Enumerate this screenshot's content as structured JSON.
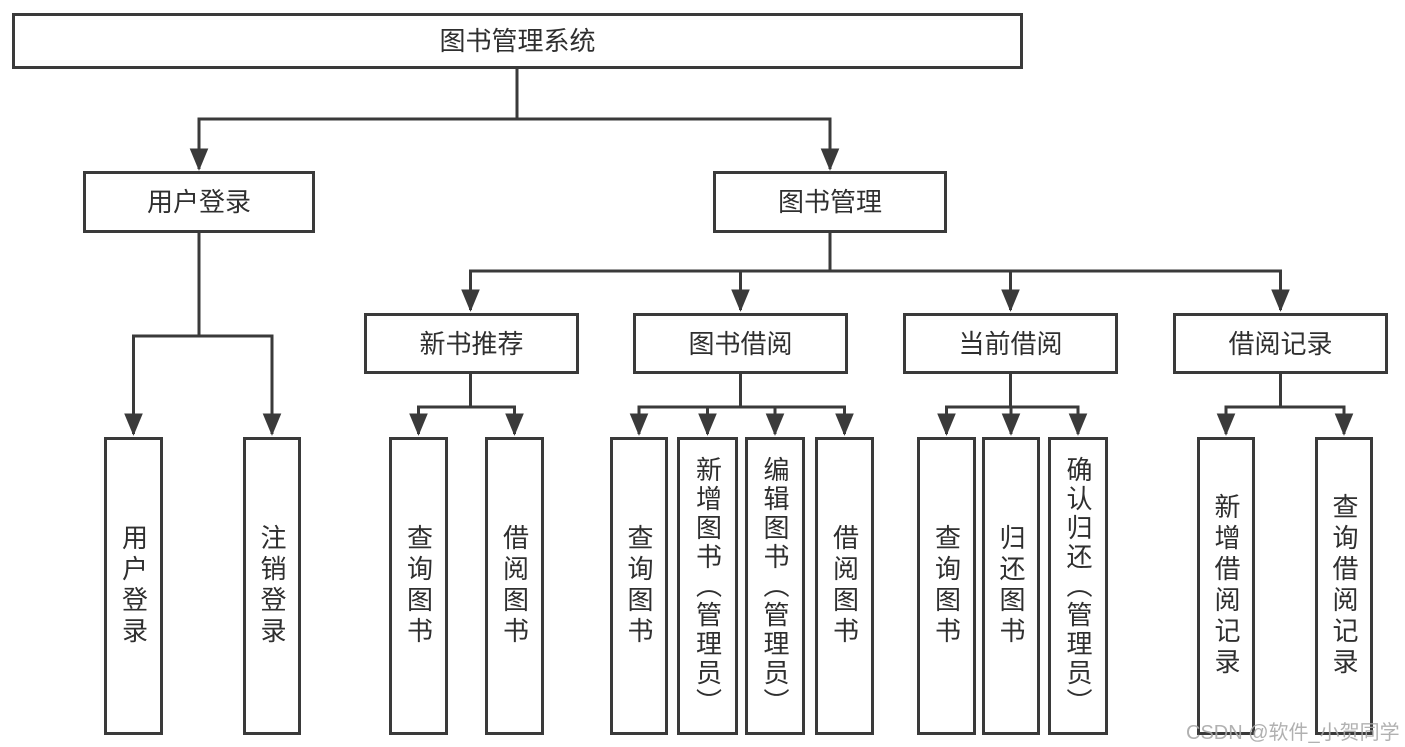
{
  "tree": {
    "root": {
      "label": "图书管理系统",
      "children": [
        {
          "label": "用户登录",
          "children": [
            {
              "label": "用户登录"
            },
            {
              "label": "注销登录"
            }
          ]
        },
        {
          "label": "图书管理",
          "children": [
            {
              "label": "新书推荐",
              "children": [
                {
                  "label": "查询图书"
                },
                {
                  "label": "借阅图书"
                }
              ]
            },
            {
              "label": "图书借阅",
              "children": [
                {
                  "label": "查询图书"
                },
                {
                  "label": "新增图书（管理员）"
                },
                {
                  "label": "编辑图书（管理员）"
                },
                {
                  "label": "借阅图书"
                }
              ]
            },
            {
              "label": "当前借阅",
              "children": [
                {
                  "label": "查询图书"
                },
                {
                  "label": "归还图书"
                },
                {
                  "label": "确认归还（管理员）"
                }
              ]
            },
            {
              "label": "借阅记录",
              "children": [
                {
                  "label": "新增借阅记录"
                },
                {
                  "label": "查询借阅记录"
                }
              ]
            }
          ]
        }
      ]
    }
  },
  "watermark": {
    "text": "CSDN @软件_小贺同学"
  },
  "colors": {
    "line": "#3a3a3a",
    "text": "#2f2f2f",
    "watermark": "#a8a8a8",
    "background": "#ffffff"
  }
}
